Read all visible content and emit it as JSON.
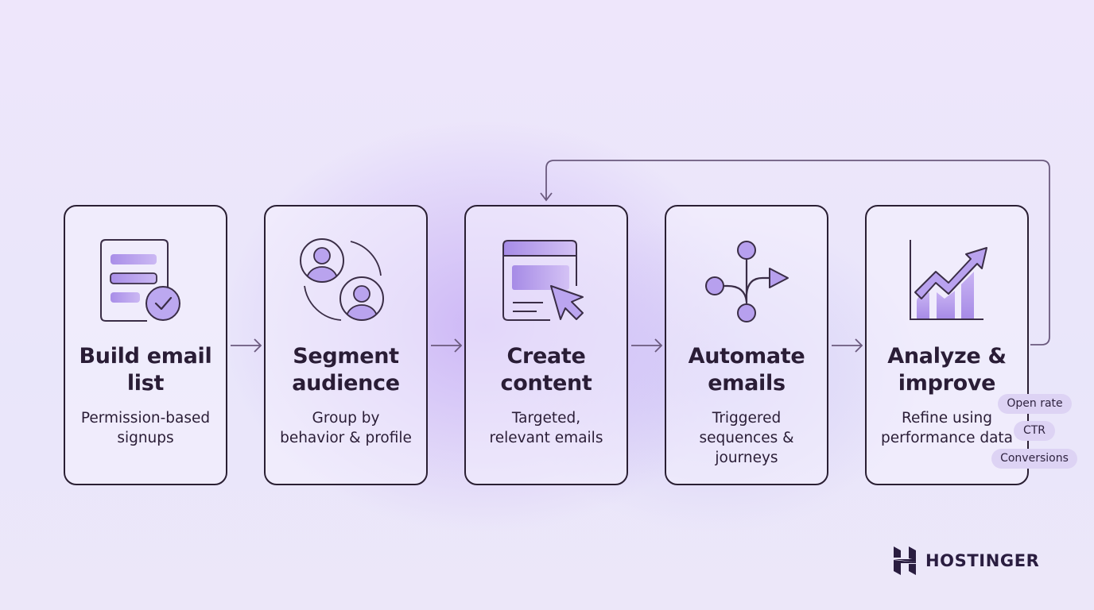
{
  "diagram": {
    "type": "process-flow",
    "steps": [
      {
        "title_line1": "Build email",
        "title_line2": "list",
        "desc_line1": "Permission-based",
        "desc_line2": "signups",
        "desc_line3": "",
        "icon": "document-checklist-icon"
      },
      {
        "title_line1": "Segment",
        "title_line2": "audience",
        "desc_line1": "Group by",
        "desc_line2": "behavior & profile",
        "desc_line3": "",
        "icon": "user-segments-icon"
      },
      {
        "title_line1": "Create",
        "title_line2": "content",
        "desc_line1": "Targeted,",
        "desc_line2": "relevant emails",
        "desc_line3": "",
        "icon": "browser-cursor-icon"
      },
      {
        "title_line1": "Automate",
        "title_line2": "emails",
        "desc_line1": "Triggered",
        "desc_line2": "sequences &",
        "desc_line3": "journeys",
        "icon": "workflow-branch-icon"
      },
      {
        "title_line1": "Analyze &",
        "title_line2": "improve",
        "desc_line1": "Refine using",
        "desc_line2": "performance data",
        "desc_line3": "",
        "icon": "growth-chart-icon"
      }
    ],
    "feedback_loop": {
      "from": "Analyze & improve",
      "to": "Create content"
    },
    "metrics": [
      "Open rate",
      "CTR",
      "Conversions"
    ]
  },
  "brand": {
    "name": "HOSTINGER"
  },
  "colors": {
    "stroke": "#2a1f33",
    "icon_fill": "#b8a2ee",
    "accent": "#9b7ee3",
    "connector": "#6b5a7e",
    "pill_bg": "#ddd3f4"
  }
}
